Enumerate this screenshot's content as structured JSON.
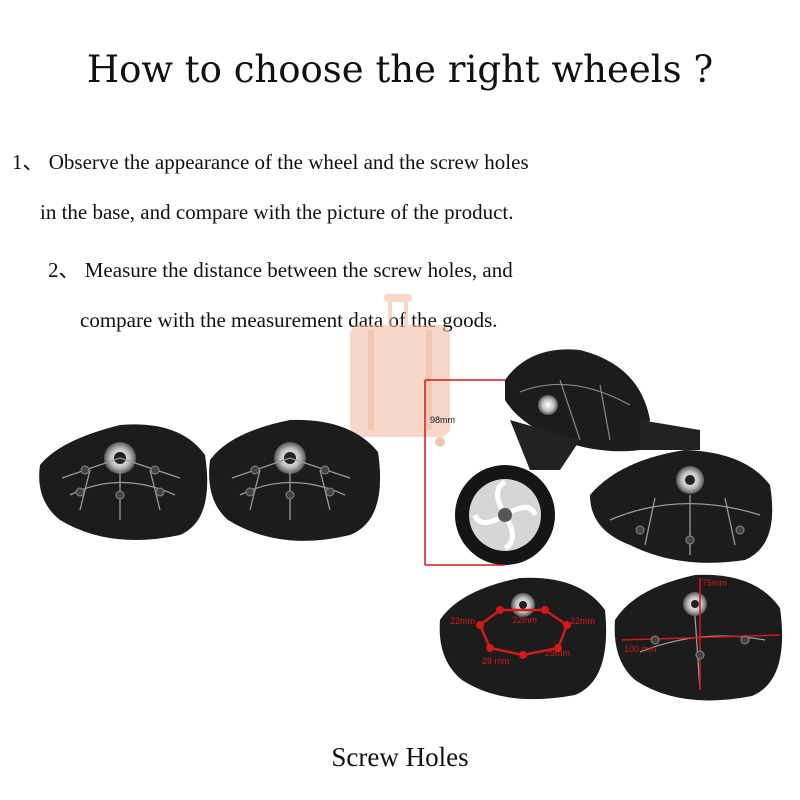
{
  "title": "How to choose the right wheels ?",
  "steps": [
    "1、 Observe the appearance of the wheel and the screw holes",
    "in the base, and compare with the picture of the product.",
    "2、 Measure the distance between the screw holes, and",
    "compare with the measurement data of the goods."
  ],
  "measurements": {
    "height": "98mm",
    "hole_a": "22mm",
    "hole_b": "22mm",
    "hole_c": "22mm",
    "span_left": "29 mm",
    "span_right": "29mm",
    "depth": "75mm",
    "width": "100 mm"
  },
  "caption": "Screw Holes",
  "colors": {
    "accent": "#d11a1a",
    "wheel_body": "#1c1c1c",
    "watermark": "#f1b89a"
  }
}
